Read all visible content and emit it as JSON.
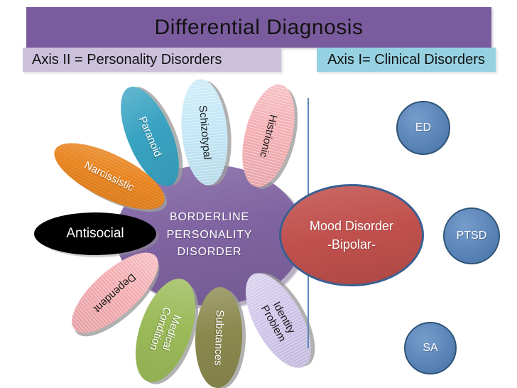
{
  "slide": {
    "title": "Differential Diagnosis",
    "title_bg": "#7A5C9E",
    "axis2": {
      "label": "Axis II = Personality Disorders",
      "bg": "#CCC1DC"
    },
    "axis1": {
      "label": "Axis I= Clinical Disorders",
      "bg": "#96D1E1"
    },
    "divider_color": "#5E88B8"
  },
  "center": {
    "label": "BORDERLINE PERSONALITY DISORDER",
    "color": "#8064A2"
  },
  "personality_petals": [
    {
      "label": "Paranoid",
      "color": "#39A3C2"
    },
    {
      "label": "Schizotypal",
      "color": "#C2E7F7"
    },
    {
      "label": "Histrionic",
      "color": "#F4AEB2"
    },
    {
      "label": "Narcissistic",
      "color": "#E8831D"
    },
    {
      "label": "Antisocial",
      "color": "#000000"
    },
    {
      "label": "Dependent",
      "color": "#F3AAAE"
    },
    {
      "label": "Medical Condition",
      "color": "#9BBB59"
    },
    {
      "label": "Substances",
      "color": "#8A894E"
    },
    {
      "label": "Identity Problem",
      "color": "#CEC4E9"
    }
  ],
  "clinical": {
    "mood": {
      "line1": "Mood Disorder",
      "line2": "-Bipolar-",
      "color": "#C0504D"
    },
    "circles": [
      {
        "label": "ED",
        "color": "#4F81BD"
      },
      {
        "label": "PTSD",
        "color": "#4F81BD"
      },
      {
        "label": "SA",
        "color": "#4F81BD"
      }
    ]
  }
}
